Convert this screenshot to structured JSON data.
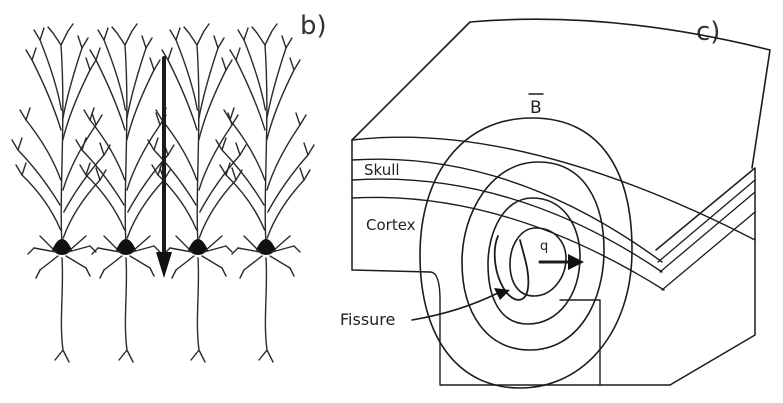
{
  "panels": {
    "b": {
      "label": "b)"
    },
    "c": {
      "label": "c)",
      "field_label": "B",
      "layers": {
        "skull": "Skull",
        "cortex": "Cortex",
        "fissure": "Fissure"
      },
      "dipole_label": "q"
    }
  },
  "colors": {
    "ink": "#1c1c1c",
    "background": "#ffffff"
  },
  "neuron_count": 4
}
